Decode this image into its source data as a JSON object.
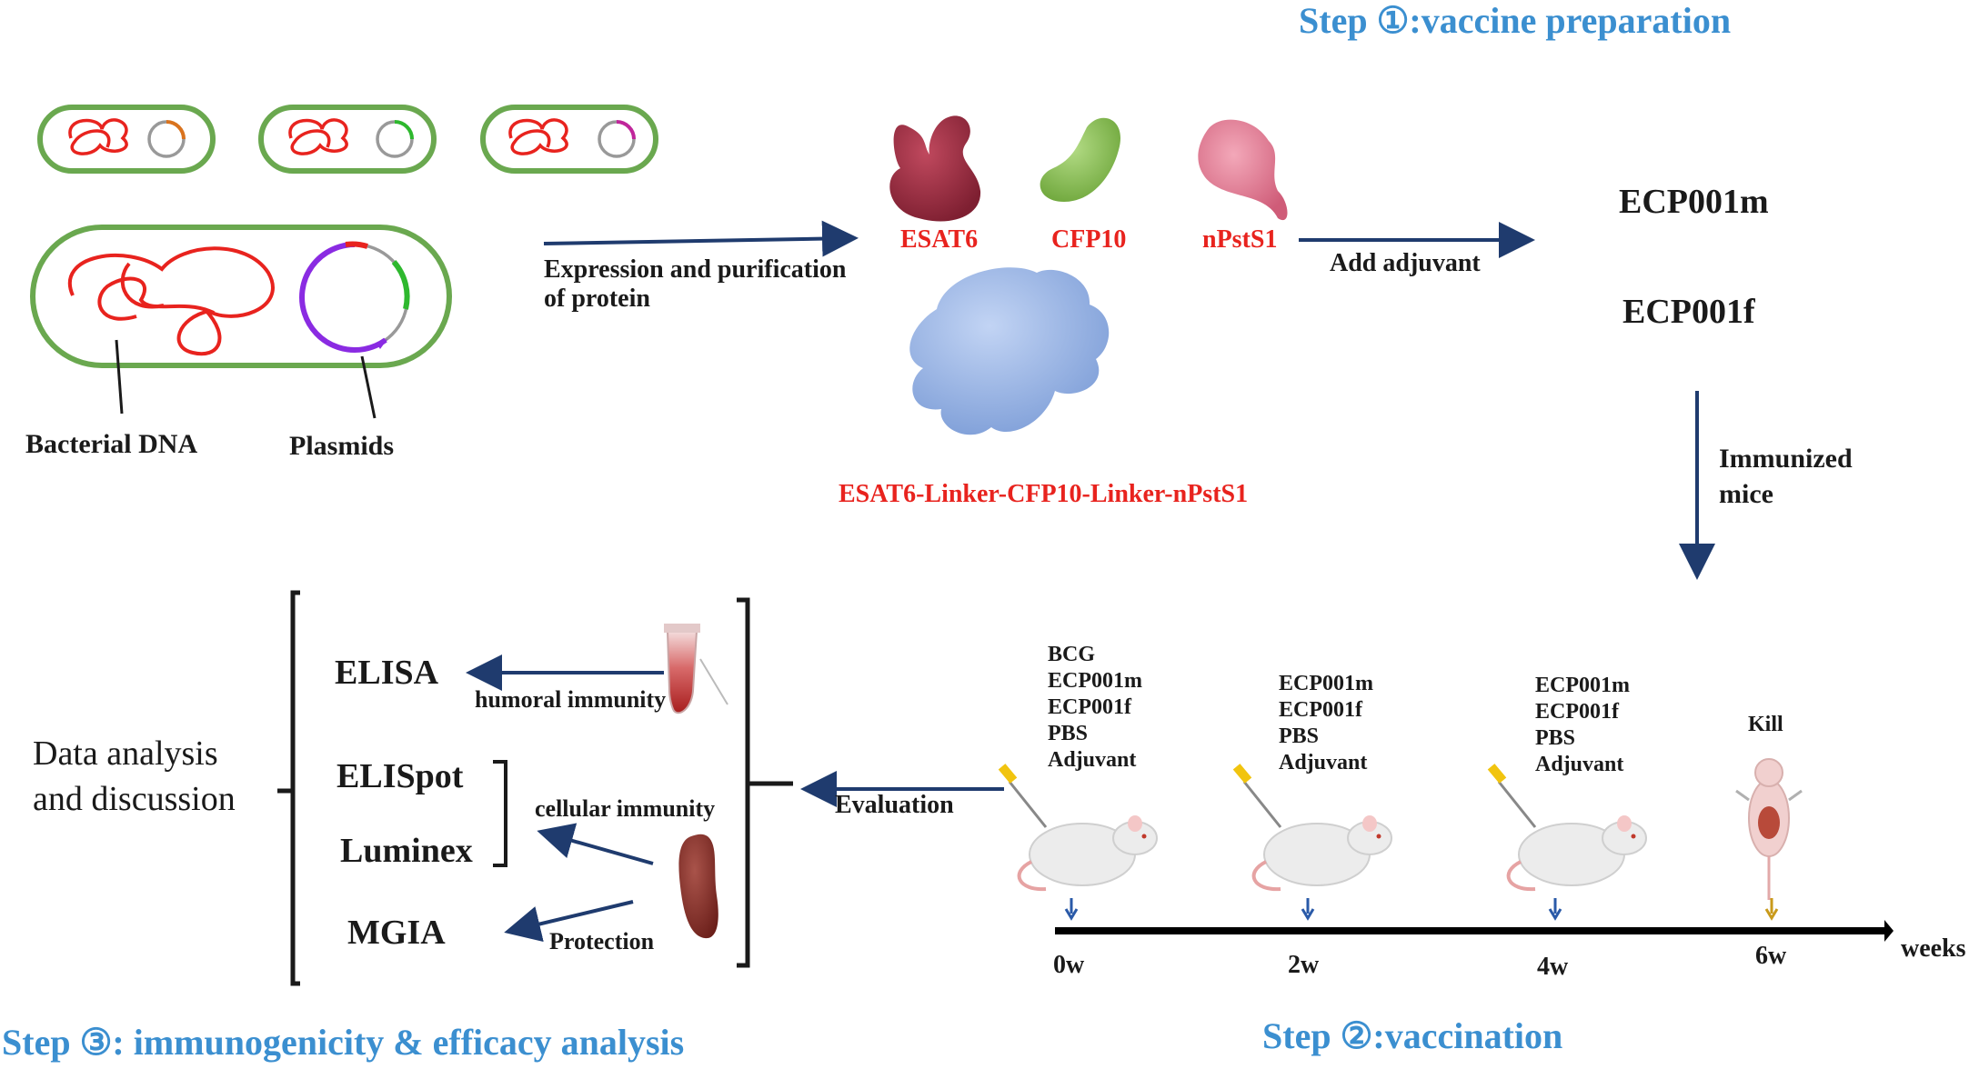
{
  "steps": {
    "step1": "Step ①:vaccine preparation",
    "step2": "Step ②:vaccination",
    "step3": "Step ③:  immunogenicity & efficacy analysis"
  },
  "prep": {
    "bacterial_dna": "Bacterial DNA",
    "plasmids": "Plasmids",
    "expression_line1": "Expression and purification",
    "expression_line2": "of protein",
    "protein1": "ESAT6",
    "protein2": "CFP10",
    "protein3": "nPstS1",
    "fusion": "ESAT6-Linker-CFP10-Linker-nPstS1",
    "add_adjuvant": "Add adjuvant",
    "vaccine1": "ECP001m",
    "vaccine2": "ECP001f",
    "immunized_line1": "Immunized",
    "immunized_line2": "mice"
  },
  "vaccination": {
    "groups_0w": [
      "BCG",
      "ECP001m",
      "ECP001f",
      "PBS",
      "Adjuvant"
    ],
    "groups_2w": [
      "ECP001m",
      "ECP001f",
      "PBS",
      "Adjuvant"
    ],
    "groups_4w": [
      "ECP001m",
      "ECP001f",
      "PBS",
      "Adjuvant"
    ],
    "kill": "Kill",
    "timepoints": [
      "0w",
      "2w",
      "4w",
      "6w"
    ],
    "axis_label": "weeks",
    "evaluation": "Evaluation"
  },
  "analysis": {
    "data_line1": "Data analysis",
    "data_line2": "and discussion",
    "elisa": "ELISA",
    "humoral": "humoral immunity",
    "elispot": "ELISpot",
    "luminex": "Luminex",
    "cellular": "cellular immunity",
    "mgia": "MGIA",
    "protection": "Protection"
  },
  "colors": {
    "step": "#3b8fd0",
    "red_label": "#e8231e",
    "arrow": "#1f3b6e",
    "cell_border": "#6aa84f",
    "esat6": "#9b2c3f",
    "cfp10": "#8fc45a",
    "npsts1": "#e07b92",
    "fusion": "#8fb0e6"
  }
}
